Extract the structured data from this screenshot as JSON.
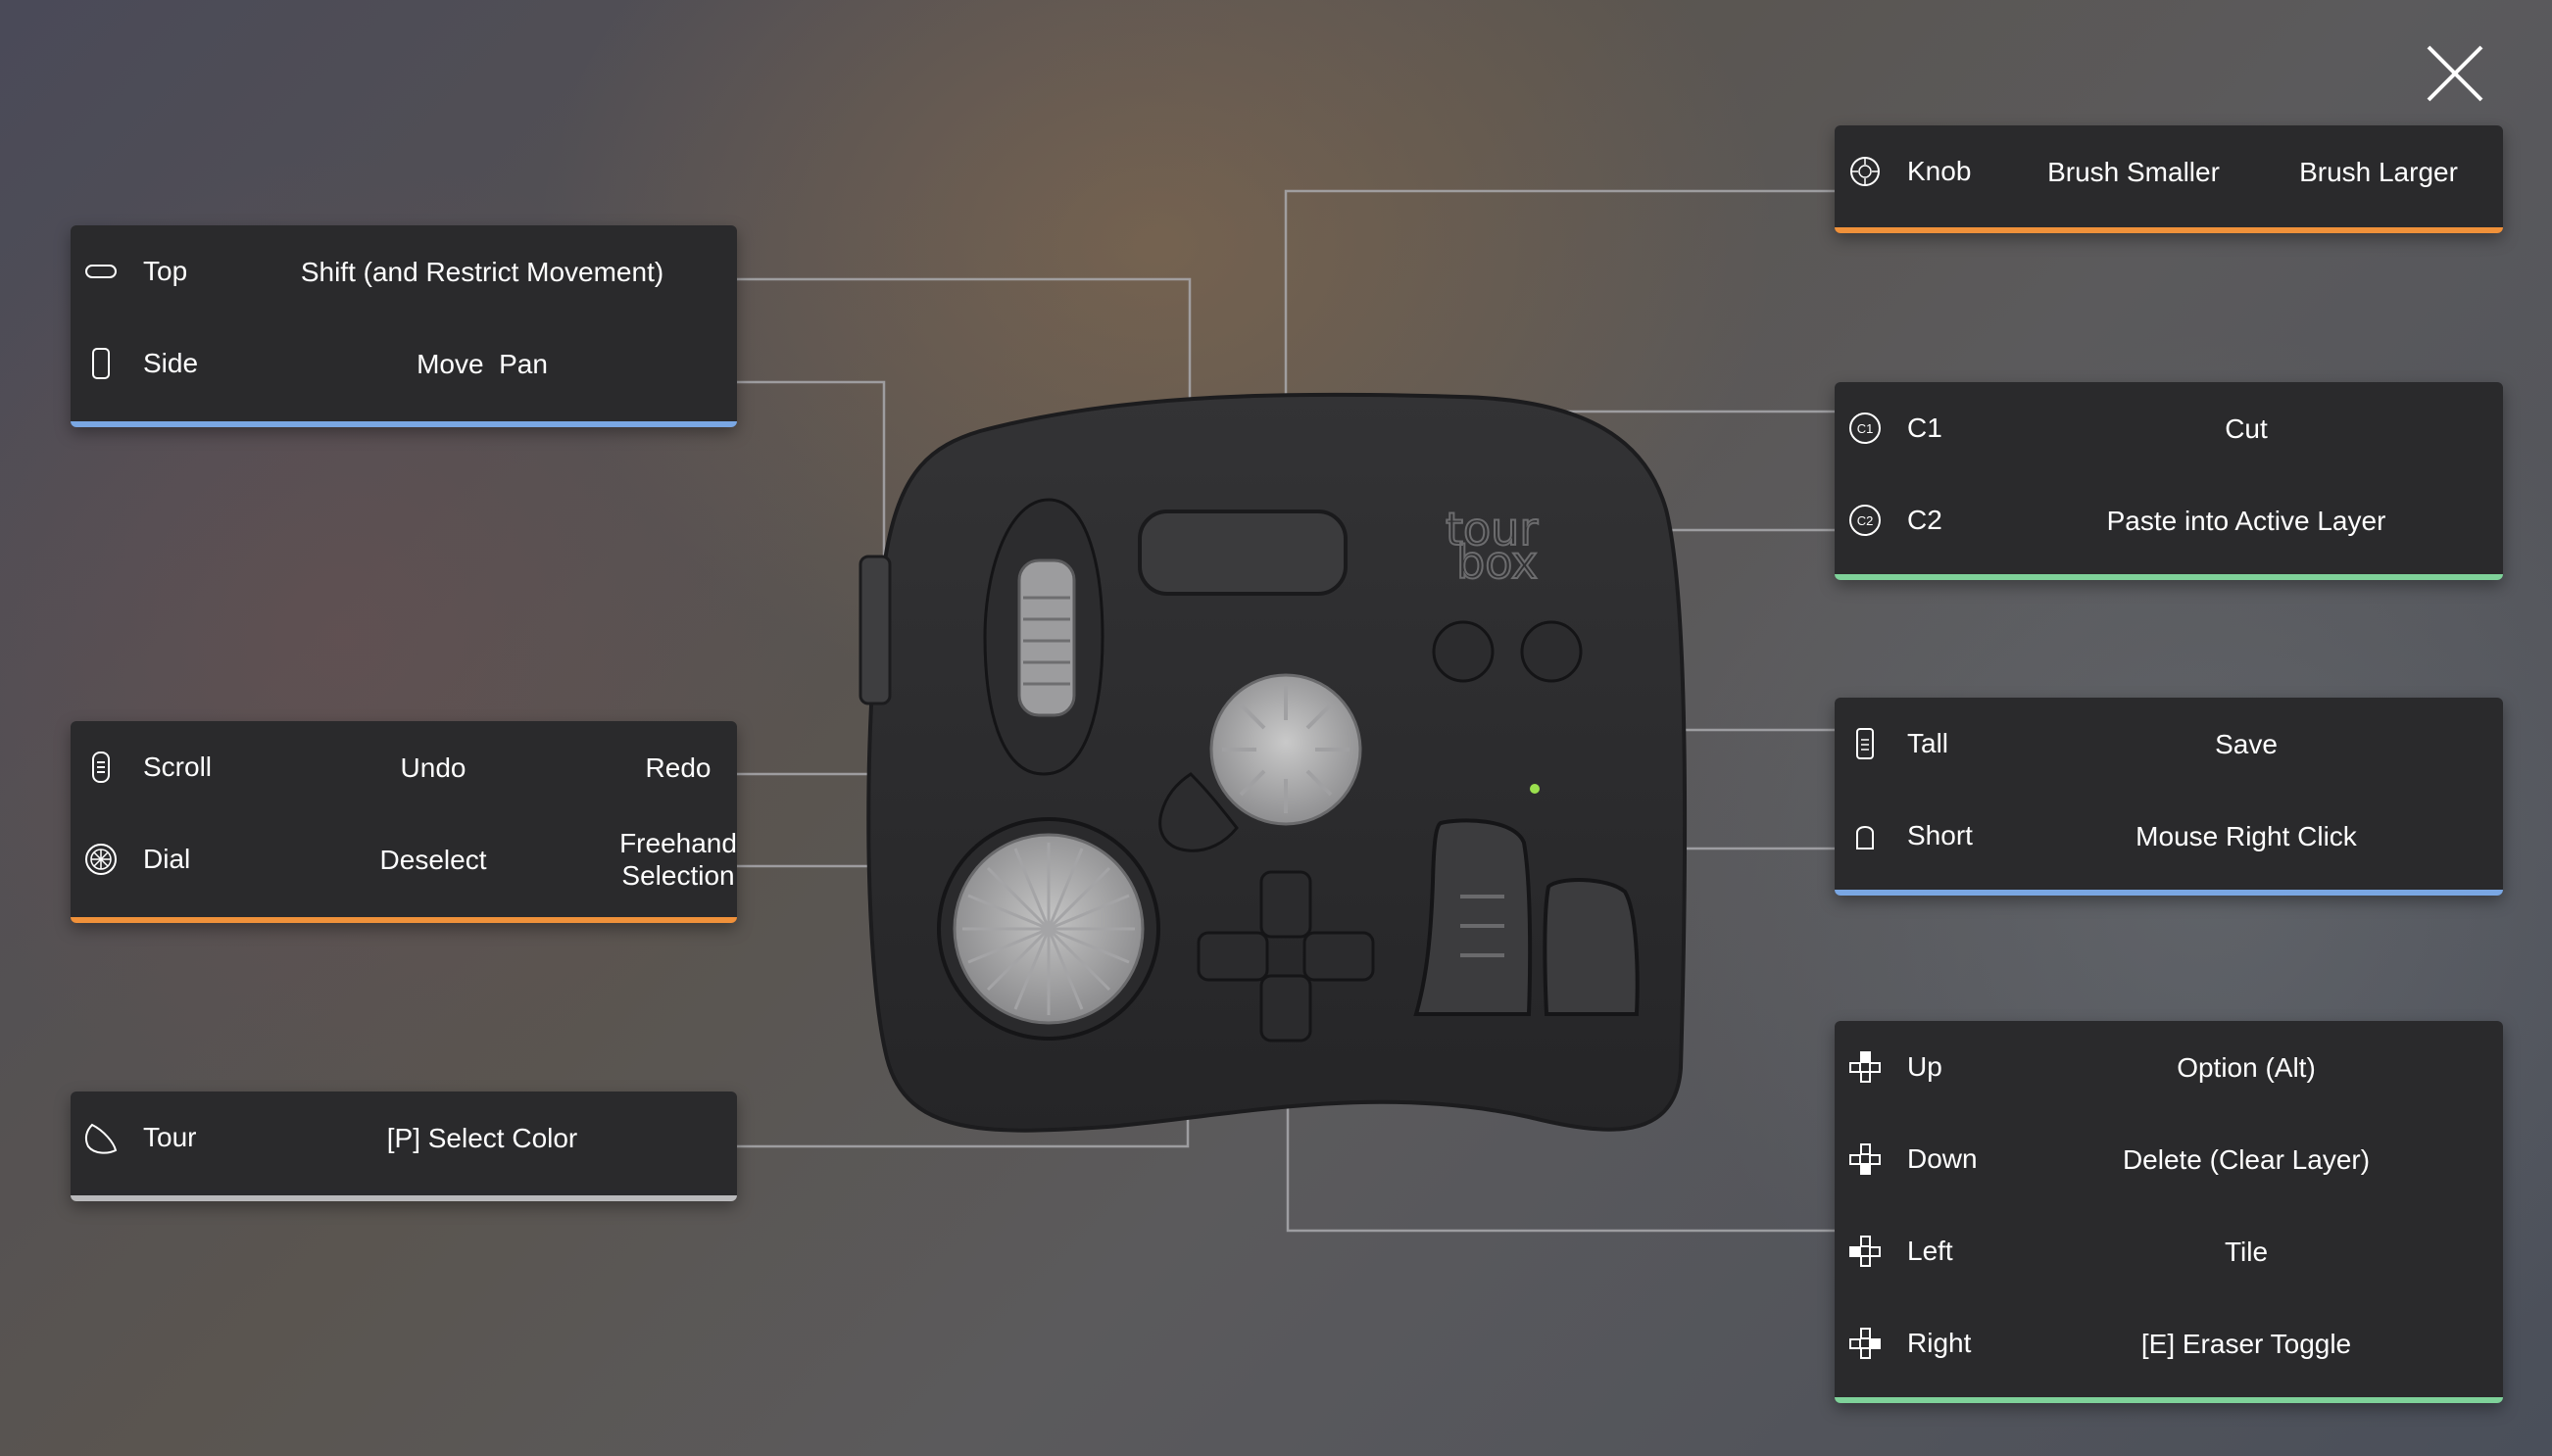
{
  "colors": {
    "blue": "#7aa7e3",
    "orange": "#f0913a",
    "green": "#7fd29a",
    "gray": "#b9b9bb",
    "panel": "#2a2a2c"
  },
  "device_logo": {
    "line1": "tour",
    "line2": "box"
  },
  "close_button": {
    "icon": "close-icon"
  },
  "panel_top_side": {
    "accent": "blue",
    "rows": [
      {
        "icon": "top-button-icon",
        "label": "Top",
        "value": "Shift (and Restrict Movement)"
      },
      {
        "icon": "side-button-icon",
        "label": "Side",
        "value": "Move  Pan"
      }
    ]
  },
  "panel_scroll_dial": {
    "accent": "orange",
    "rows": [
      {
        "icon": "scroll-wheel-icon",
        "label": "Scroll",
        "left": "Undo",
        "right": "Redo"
      },
      {
        "icon": "dial-icon",
        "label": "Dial",
        "left": "Deselect",
        "right": "Freehand Selection"
      }
    ]
  },
  "panel_tour": {
    "accent": "gray",
    "rows": [
      {
        "icon": "tour-button-icon",
        "label": "Tour",
        "value": "[P] Select Color"
      }
    ]
  },
  "panel_knob": {
    "accent": "orange",
    "rows": [
      {
        "icon": "knob-icon",
        "label": "Knob",
        "left": "Brush Smaller",
        "right": "Brush Larger"
      }
    ]
  },
  "panel_c1c2": {
    "accent": "green",
    "rows": [
      {
        "icon": "c1-button-icon",
        "label": "C1",
        "value": "Cut",
        "glyph": "C1"
      },
      {
        "icon": "c2-button-icon",
        "label": "C2",
        "value": "Paste into Active Layer",
        "glyph": "C2"
      }
    ]
  },
  "panel_tall_short": {
    "accent": "blue",
    "rows": [
      {
        "icon": "tall-button-icon",
        "label": "Tall",
        "value": "Save"
      },
      {
        "icon": "short-button-icon",
        "label": "Short",
        "value": "Mouse Right Click"
      }
    ]
  },
  "panel_dpad": {
    "accent": "green",
    "rows": [
      {
        "icon": "dpad-up-icon",
        "label": "Up",
        "value": "Option (Alt)"
      },
      {
        "icon": "dpad-down-icon",
        "label": "Down",
        "value": "Delete (Clear Layer)"
      },
      {
        "icon": "dpad-left-icon",
        "label": "Left",
        "value": "Tile"
      },
      {
        "icon": "dpad-right-icon",
        "label": "Right",
        "value": "[E] Eraser Toggle"
      }
    ]
  }
}
